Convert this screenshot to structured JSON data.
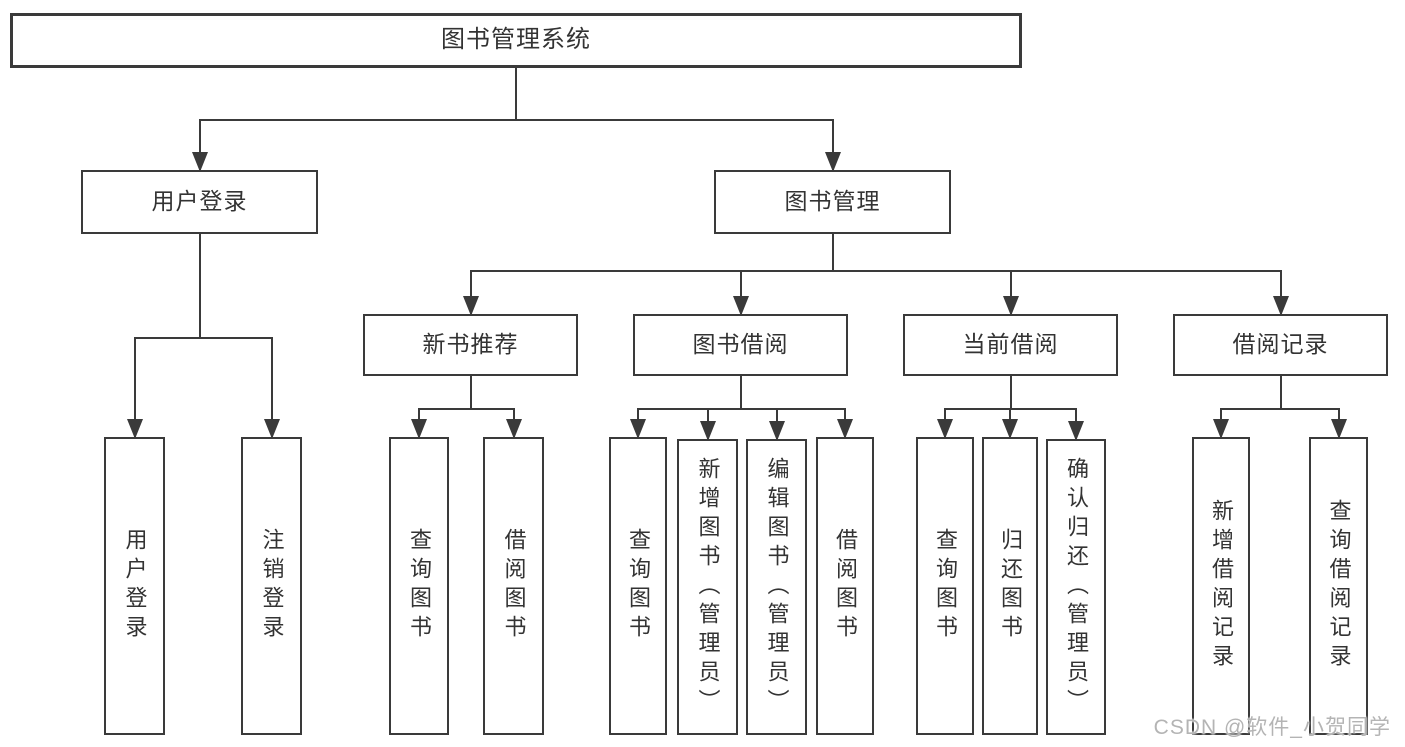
{
  "diagram": {
    "title": "图书管理系统",
    "nodes": [
      {
        "id": "root",
        "label": "图书管理系统",
        "orient": "h"
      },
      {
        "id": "user-login",
        "label": "用户登录",
        "orient": "h"
      },
      {
        "id": "book-mgmt",
        "label": "图书管理",
        "orient": "h"
      },
      {
        "id": "new-book-rec",
        "label": "新书推荐",
        "orient": "h"
      },
      {
        "id": "book-borrow",
        "label": "图书借阅",
        "orient": "h"
      },
      {
        "id": "current-borrow",
        "label": "当前借阅",
        "orient": "h"
      },
      {
        "id": "borrow-record",
        "label": "借阅记录",
        "orient": "h"
      },
      {
        "id": "leaf-user-login",
        "label": "用户登录",
        "orient": "v"
      },
      {
        "id": "leaf-logout",
        "label": "注销登录",
        "orient": "v"
      },
      {
        "id": "nbr-query-book",
        "label": "查询图书",
        "orient": "v"
      },
      {
        "id": "nbr-borrow-book",
        "label": "借阅图书",
        "orient": "v"
      },
      {
        "id": "bb-query-book",
        "label": "查询图书",
        "orient": "v"
      },
      {
        "id": "bb-add-book",
        "label": "新增图书（管理员）",
        "orient": "v"
      },
      {
        "id": "bb-edit-book",
        "label": "编辑图书（管理员）",
        "orient": "v"
      },
      {
        "id": "bb-borrow-book",
        "label": "借阅图书",
        "orient": "v"
      },
      {
        "id": "cb-query-book",
        "label": "查询图书",
        "orient": "v"
      },
      {
        "id": "cb-return-book",
        "label": "归还图书",
        "orient": "v"
      },
      {
        "id": "cb-confirm-return",
        "label": "确认归还（管理员）",
        "orient": "v"
      },
      {
        "id": "br-add-record",
        "label": "新增借阅记录",
        "orient": "v"
      },
      {
        "id": "br-query-record",
        "label": "查询借阅记录",
        "orient": "v"
      }
    ],
    "structure": [
      {
        "parent": "root",
        "children": [
          "user-login",
          "book-mgmt"
        ]
      },
      {
        "parent": "user-login",
        "children": [
          "leaf-user-login",
          "leaf-logout"
        ]
      },
      {
        "parent": "book-mgmt",
        "children": [
          "new-book-rec",
          "book-borrow",
          "current-borrow",
          "borrow-record"
        ]
      },
      {
        "parent": "new-book-rec",
        "children": [
          "nbr-query-book",
          "nbr-borrow-book"
        ]
      },
      {
        "parent": "book-borrow",
        "children": [
          "bb-query-book",
          "bb-add-book",
          "bb-edit-book",
          "bb-borrow-book"
        ]
      },
      {
        "parent": "current-borrow",
        "children": [
          "cb-query-book",
          "cb-return-book",
          "cb-confirm-return"
        ]
      },
      {
        "parent": "borrow-record",
        "children": [
          "br-add-record",
          "br-query-record"
        ]
      }
    ],
    "colors": {
      "line": "#3a3a3a",
      "text": "#333333",
      "background": "#ffffff",
      "watermark": "#b4b4b4"
    }
  },
  "watermark": {
    "text": "CSDN @软件_小贺同学"
  }
}
